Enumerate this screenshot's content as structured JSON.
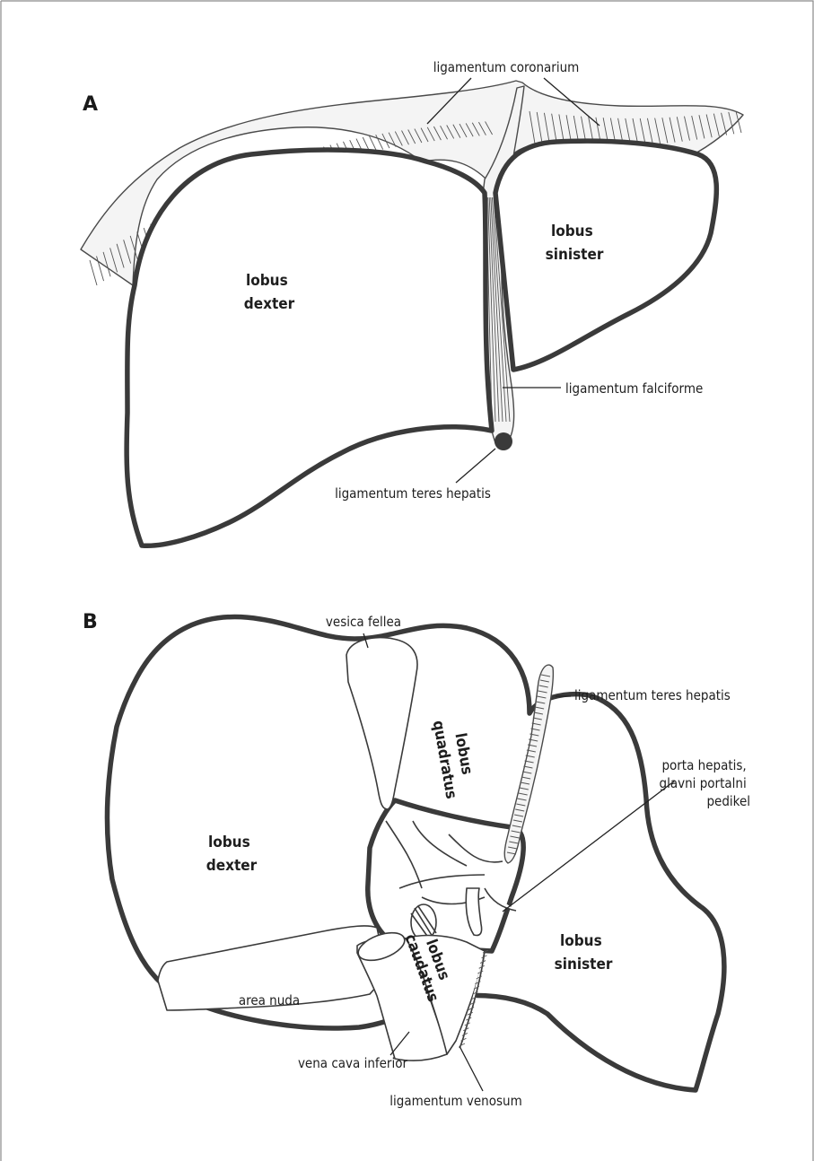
{
  "panels": {
    "a": "A",
    "b": "B"
  },
  "figure_a": {
    "lobus_dexter": [
      "lobus",
      "dexter"
    ],
    "lobus_sinister": [
      "lobus",
      "sinister"
    ],
    "ligamentum_coronarium": "ligamentum coronarium",
    "ligamentum_falciforme": "ligamentum falciforme",
    "ligamentum_teres_hepatis": "ligamentum teres hepatis"
  },
  "figure_b": {
    "vesica_fellea": "vesica fellea",
    "ligamentum_teres_hepatis": "ligamentum teres hepatis",
    "porta_hepatis": [
      "porta hepatis,",
      "glavni portalni",
      "pedikel"
    ],
    "lobus_quadratus": [
      "lobus",
      "quadratus"
    ],
    "lobus_dexter": [
      "lobus",
      "dexter"
    ],
    "lobus_caudatus": [
      "lobus",
      "caudatus"
    ],
    "lobus_sinister": [
      "lobus",
      "sinister"
    ],
    "area_nuda": "area nuda",
    "vena_cava_inferior": "vena cava inferior",
    "ligamentum_venosum": "ligamentum venosum"
  },
  "colors": {
    "outline": "#3a3a3a",
    "text": "#1e1e1e",
    "background": "#ffffff"
  }
}
